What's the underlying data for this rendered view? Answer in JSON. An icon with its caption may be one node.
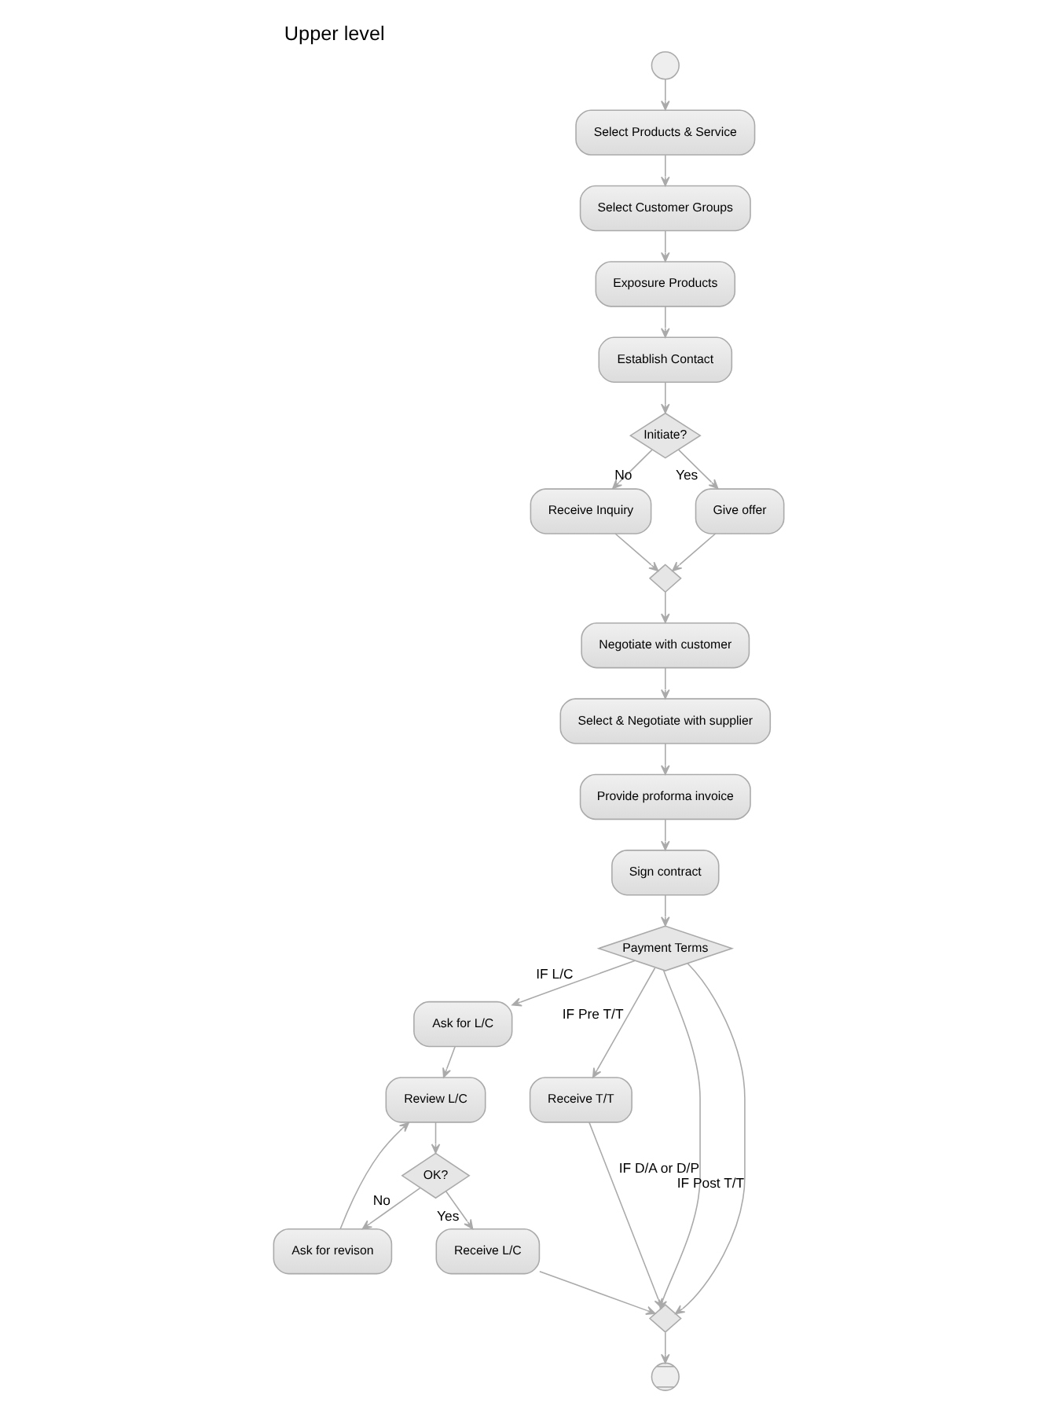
{
  "diagram": {
    "title": "Upper level",
    "nodes": [
      {
        "text": [],
        "shape": "circle"
      },
      {
        "text": [
          "Select Products & Service"
        ]
      },
      {
        "text": [
          "Select Customer Groups"
        ]
      },
      {
        "text": [
          "Exposure Products"
        ]
      },
      {
        "text": [
          "Establish Contact"
        ]
      },
      {
        "text": [
          "Initiate?"
        ]
      },
      {
        "text": [
          "Receive Inquiry"
        ]
      },
      {
        "text": [
          "Give offer"
        ]
      },
      {
        "text": [],
        "shape": "diamond"
      },
      {
        "text": [
          "Negotiate with customer"
        ]
      },
      {
        "text": [
          "Select & Negotiate with supplier"
        ]
      },
      {
        "text": [
          "Provide proforma invoice"
        ]
      },
      {
        "text": [
          "Sign contract"
        ]
      },
      {
        "text": [
          "Payment Terms"
        ]
      },
      {
        "text": [
          "Ask for L/C"
        ]
      },
      {
        "text": [
          "Review L/C"
        ]
      },
      {
        "text": [
          "Ask for revison"
        ]
      },
      {
        "text": [
          "OK?"
        ]
      },
      {
        "text": [
          "Receive L/C"
        ]
      },
      {
        "text": [
          "Receive T/T"
        ]
      },
      {
        "text": [],
        "shape": "diamond"
      },
      {
        "text": [],
        "shape": "circle"
      }
    ],
    "edges": [
      {
        "from": 0,
        "to": 1,
        "arrow": "to"
      },
      {
        "from": 1,
        "to": 2,
        "arrow": "to"
      },
      {
        "from": 2,
        "to": 3,
        "arrow": "to"
      },
      {
        "from": 3,
        "to": 4,
        "arrow": "to"
      },
      {
        "from": 4,
        "to": 5,
        "arrow": "to"
      },
      {
        "from": 5,
        "to": 6,
        "arrow": "to",
        "label": "No"
      },
      {
        "from": 5,
        "to": 7,
        "arrow": "to",
        "label": "Yes"
      },
      {
        "from": 6,
        "to": 8,
        "arrow": "to"
      },
      {
        "from": 7,
        "to": 8,
        "arrow": "to"
      },
      {
        "from": 8,
        "to": 9,
        "arrow": "to"
      },
      {
        "from": 9,
        "to": 10,
        "arrow": "to"
      },
      {
        "from": 10,
        "to": 11,
        "arrow": "to"
      },
      {
        "from": 11,
        "to": 12,
        "arrow": "to"
      },
      {
        "from": 12,
        "to": 13,
        "arrow": "to"
      },
      {
        "from": 13,
        "to": 14,
        "arrow": "to",
        "label": "IF L/C"
      },
      {
        "from": 13,
        "to": 19,
        "arrow": "to",
        "label": "IF Pre T/T"
      },
      {
        "from": 13,
        "to": 20,
        "arrow": "to",
        "label": "IF D/A or D/P"
      },
      {
        "from": 13,
        "to": 20,
        "arrow": "to",
        "label": "IF Post T/T"
      },
      {
        "from": 14,
        "to": 15,
        "arrow": "to"
      },
      {
        "from": 15,
        "to": 17,
        "arrow": "to"
      },
      {
        "from": 17,
        "to": 16,
        "arrow": "to",
        "label": "No"
      },
      {
        "from": 16,
        "to": 15,
        "arrow": "to"
      },
      {
        "from": 17,
        "to": 18,
        "arrow": "to",
        "label": "Yes"
      },
      {
        "from": 18,
        "to": 20,
        "arrow": "to"
      },
      {
        "from": 19,
        "to": 20,
        "arrow": "to"
      },
      {
        "from": 20,
        "to": 21,
        "arrow": "to"
      }
    ]
  }
}
